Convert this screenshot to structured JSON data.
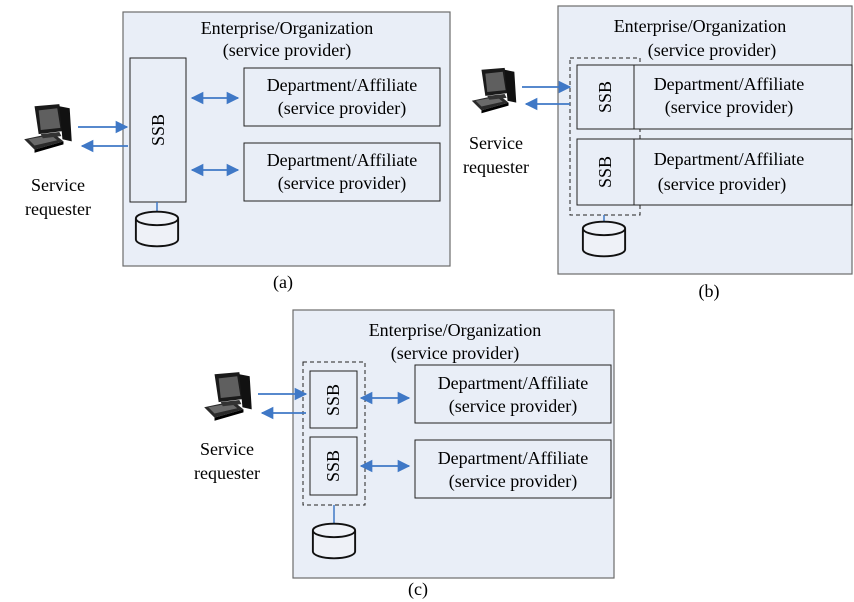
{
  "panels": [
    {
      "caption": "(a)",
      "org_line1": "Enterprise/Organization",
      "org_line2": "(service provider)",
      "ssb": [
        "SSB"
      ],
      "departments": [
        {
          "line1": "Department/Affiliate",
          "line2": "(service provider)"
        },
        {
          "line1": "Department/Affiliate",
          "line2": "(service provider)"
        }
      ],
      "requester_line1": "Service",
      "requester_line2": "requester"
    },
    {
      "caption": "(b)",
      "org_line1": "Enterprise/Organization",
      "org_line2": "(service provider)",
      "ssb": [
        "SSB",
        "SSB"
      ],
      "departments": [
        {
          "line1": "Department/Affiliate",
          "line2": "(service provider)"
        },
        {
          "line1": "Department/Affiliate",
          "line2": "(service provider)"
        }
      ],
      "requester_line1": "Service",
      "requester_line2": "requester"
    },
    {
      "caption": "(c)",
      "org_line1": "Enterprise/Organization",
      "org_line2": "(service provider)",
      "ssb": [
        "SSB",
        "SSB"
      ],
      "departments": [
        {
          "line1": "Department/Affiliate",
          "line2": "(service provider)"
        },
        {
          "line1": "Department/Affiliate",
          "line2": "(service provider)"
        }
      ],
      "requester_line1": "Service",
      "requester_line2": "requester"
    }
  ],
  "colors": {
    "panel_fill": "#e9eef7",
    "arrow": "#3f78c6",
    "border": "#222222"
  },
  "icons": [
    "computer-icon",
    "database-icon"
  ]
}
